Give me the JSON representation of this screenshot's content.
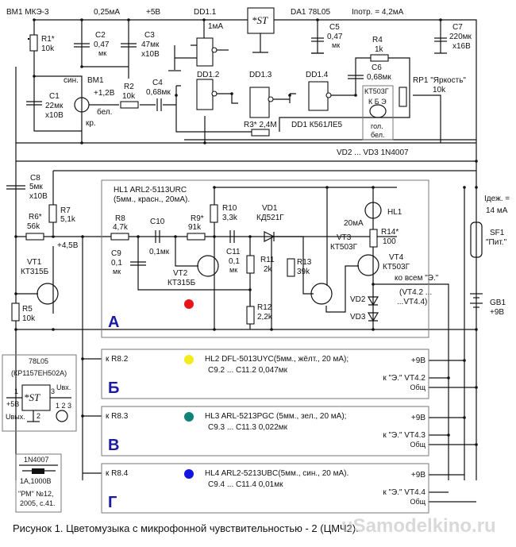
{
  "top": {
    "mic_label": "ВМ1   МКЭ-3",
    "current_025": "0,25мА",
    "plus5v": "+5В",
    "dd11": "DD1.1",
    "one_ma": "1мА",
    "da1": "DA1  78L05",
    "i_consumption": "Iпотр. = 4,2мА"
  },
  "components": {
    "r1": [
      "R1*",
      "10k"
    ],
    "c2": [
      "C2",
      "0,47",
      "мк"
    ],
    "c3": [
      "C3",
      "47мк",
      "x10В"
    ],
    "c1": [
      "C1",
      "22мк",
      "x10В"
    ],
    "bm1": [
      "ВМ1",
      "син.",
      "кр.",
      "+1,2В",
      "бел."
    ],
    "r2": [
      "R2",
      "10k"
    ],
    "c4": [
      "C4",
      "0,68мк"
    ],
    "dd12": "DD1.2",
    "dd13": "DD1.3",
    "dd14": "DD1.4",
    "r3": "R3* 2,4М",
    "dd1": "DD1  К561ЛЕ5",
    "c5": [
      "C5",
      "0,47",
      "мк"
    ],
    "r4": [
      "R4",
      "1k"
    ],
    "c6": [
      "C6",
      "0,68мк"
    ],
    "c7": [
      "C7",
      "220мк",
      "x16В"
    ],
    "rp1": [
      "RP1 \"Яркость\"",
      "10k"
    ],
    "kt503": [
      "КТ503Г",
      "К Б Э",
      "гол.",
      "бел."
    ],
    "vd23": "VD2 ... VD3  1N4007",
    "c8": [
      "C8",
      "5мк",
      "x10В"
    ],
    "r7": [
      "R7",
      "5,1k"
    ],
    "r6": [
      "R6*",
      "56k"
    ],
    "v45": "+4,5В",
    "vt1": [
      "VT1",
      "КТ315Б"
    ],
    "r5": [
      "R5",
      "10k"
    ],
    "hl1_title": [
      "HL1  ARL2-5113URC",
      "(5мм., красн., 20мА)."
    ],
    "r8": [
      "R8",
      "4,7k"
    ],
    "c10": [
      "C10",
      "0,1мк"
    ],
    "r9": [
      "R9*",
      "91k"
    ],
    "r10": [
      "R10",
      "3,3k"
    ],
    "c9": [
      "C9",
      "0,1",
      "мк"
    ],
    "vt2": [
      "VT2",
      "КТ315Б"
    ],
    "c11": [
      "C11",
      "0,1",
      "мк"
    ],
    "vd1": [
      "VD1",
      "КД521Г"
    ],
    "r11": [
      "R11",
      "2k"
    ],
    "r12": [
      "R12",
      "2,2k"
    ],
    "r13": [
      "R13",
      "39k"
    ],
    "vt3": [
      "VT3",
      "КТ503Г"
    ],
    "hl1": "HL1",
    "ma20": "20мА",
    "r14": [
      "R14*",
      "100"
    ],
    "vt4": [
      "VT4",
      "КТ503Г"
    ],
    "ko_vsem": [
      "ко всем  \"Э.\"",
      "(VT4.2  ...",
      "...VT4.4)"
    ],
    "vd2": "VD2",
    "vd3": "VD3",
    "i_standby": [
      "Iдеж. =",
      "14 мА"
    ],
    "sf1": [
      "SF1",
      "\"Пит.\""
    ],
    "gb1": [
      "GB1",
      "+9В"
    ]
  },
  "channels": [
    {
      "letter": "А",
      "led_color": "#e8141a"
    },
    {
      "letter": "Б",
      "input": "к R8.2",
      "led_color": "#f4ec1a",
      "line1": "HL2   DFL-5013UYC(5мм., жёлт., 20 мА);",
      "line2": "C9.2 ... C11.2   0,047мк",
      "p9": "+9В",
      "emitter": "к \"Э.\"  VT4.2",
      "gnd": "Общ"
    },
    {
      "letter": "В",
      "input": "к R8.3",
      "led_color": "#10827a",
      "line1": "HL3   ARL-5213PGC (5мм., зел., 20 мА);",
      "line2": "C9.3 ... C11.3   0,022мк",
      "p9": "+9В",
      "emitter": "к \"Э.\"  VT4.3",
      "gnd": "Общ"
    },
    {
      "letter": "Г",
      "input": "к R8.4",
      "led_color": "#1414e0",
      "line1": "HL4   ARL2-5213UBC(5мм., син., 20 мА).",
      "line2": "C9.4 ... C11.4   0,01мк",
      "p9": "+9В",
      "emitter": "к \"Э.\"  VT4.4",
      "gnd": "Общ"
    }
  ],
  "inset_regulator": {
    "title": "78L05",
    "alt": "(КР1157ЕН502А)",
    "pin1": "1",
    "pin2": "2",
    "pin3": "3",
    "uin": "Uвх.",
    "uout": "Uвых.",
    "plus5": "+5В",
    "pins": "1 2 3",
    "st": "*ST"
  },
  "inset_diode": {
    "title": "1N4007",
    "spec": "1А,1000В",
    "ref1": "\"РМ\" №12,",
    "ref2": "2005, с.41."
  },
  "caption": "Рисунок 1.  Цветомузыка с микрофонной чувствительностью - 2 (ЦМЧ2).",
  "watermark": "uSamodelkino.ru"
}
